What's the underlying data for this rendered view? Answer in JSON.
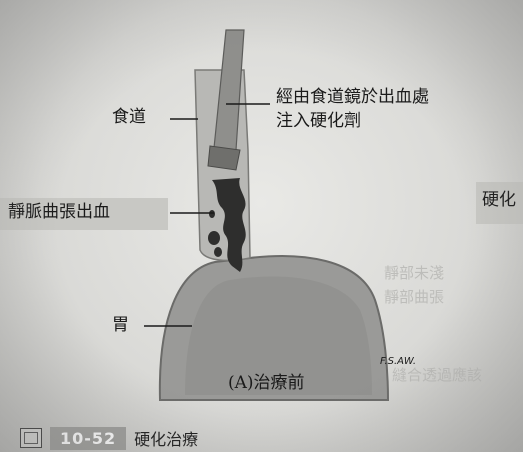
{
  "labels": {
    "esophagus": "食道",
    "injection_line1": "經由食道鏡於出血處",
    "injection_line2": "注入硬化劑",
    "varices_bleeding": "靜脈曲張出血",
    "stomach": "胃",
    "panel_title": "(A)治療前",
    "right_edge_text": "硬化",
    "signature": "F.S.AW."
  },
  "caption": {
    "figure_number": "10-52",
    "figure_title": "硬化治療"
  },
  "bleed_through": [
    "靜部未淺",
    "靜部曲張",
    "縫合透過應該"
  ]
}
